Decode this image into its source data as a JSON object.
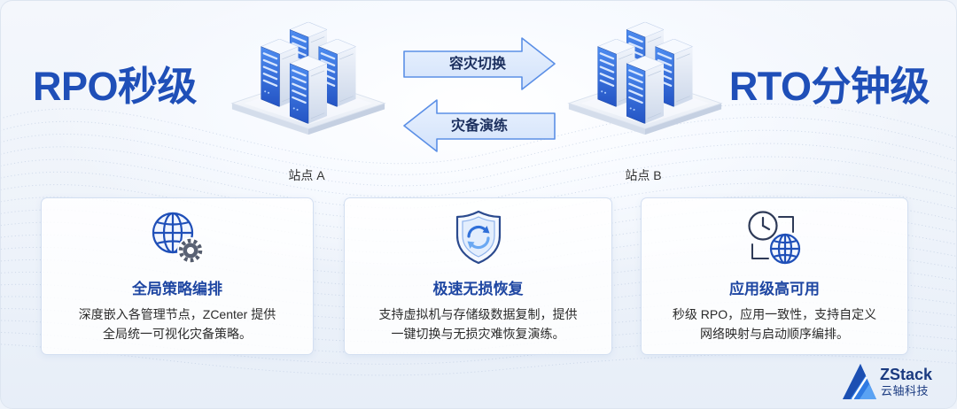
{
  "headline": {
    "left": "RPO秒级",
    "right": "RTO分钟级"
  },
  "sites": [
    {
      "label": "站点 A",
      "icon": "server-cluster-icon"
    },
    {
      "label": "站点 B",
      "icon": "server-cluster-icon"
    }
  ],
  "flows": [
    {
      "label": "容灾切换",
      "icon": "arrow-right-icon"
    },
    {
      "label": "灾备演练",
      "icon": "arrow-left-icon"
    }
  ],
  "features": [
    {
      "icon": "globe-gear-icon",
      "title": "全局策略编排",
      "lines": [
        "深度嵌入各管理节点，ZCenter 提供",
        "全局统一可视化灾备策略。"
      ]
    },
    {
      "icon": "shield-refresh-icon",
      "title": "极速无损恢复",
      "lines": [
        "支持虚拟机与存储级数据复制，提供",
        "一键切换与无损灾难恢复演练。"
      ]
    },
    {
      "icon": "clock-globe-icon",
      "title": "应用级高可用",
      "lines": [
        "秒级 RPO，应用一致性，支持自定义",
        "网络映射与启动顺序编排。"
      ]
    }
  ],
  "brand": {
    "name": "ZStack",
    "subtitle": "云轴科技",
    "icon": "zstack-logo-icon"
  },
  "colors": {
    "accent": "#1f4fb8",
    "title": "#1e46a2",
    "navy": "#1b2f5e",
    "body_text": "#2b2b2b",
    "arrow_stroke": "#5b8fe6",
    "server_blue": "#2f6ad6"
  }
}
